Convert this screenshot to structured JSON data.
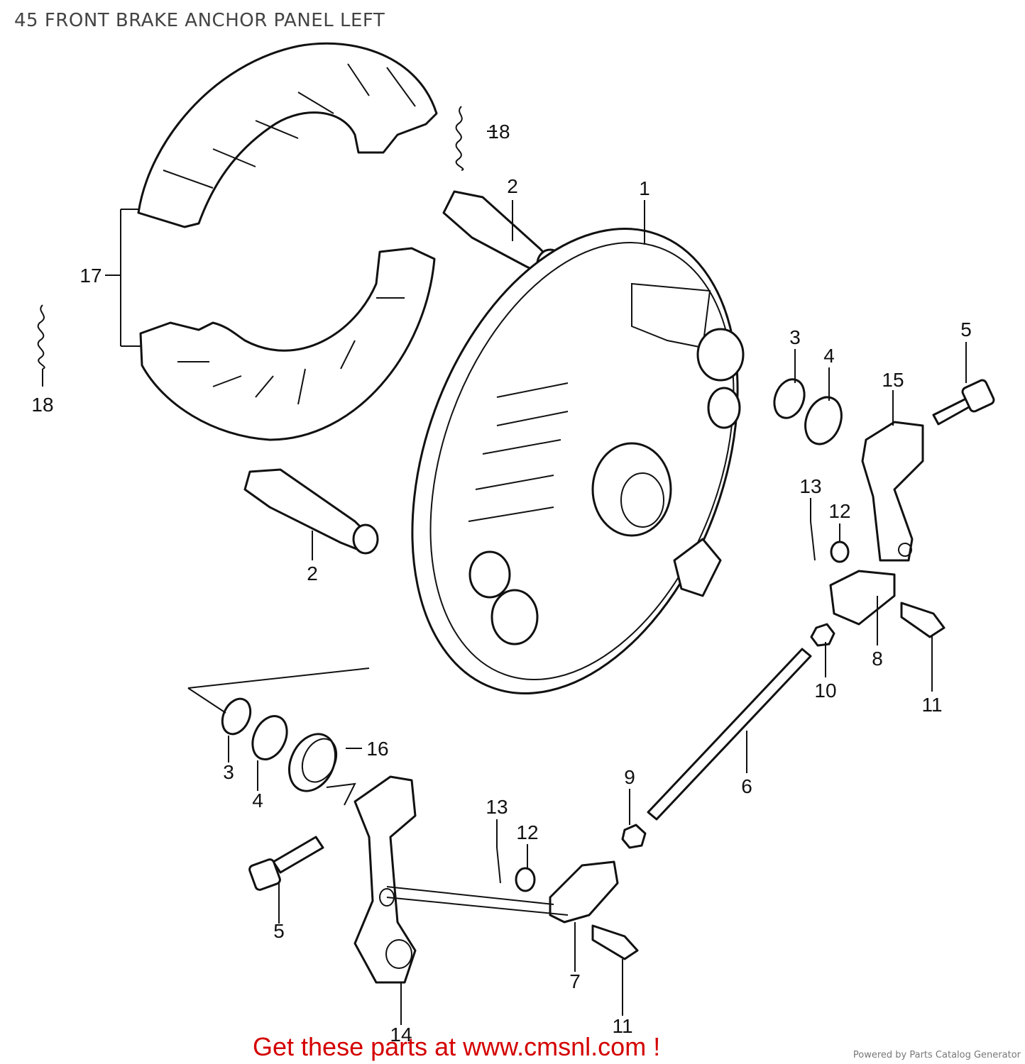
{
  "header": {
    "title": "45 FRONT BRAKE ANCHOR PANEL LEFT"
  },
  "callouts": [
    {
      "id": "c1",
      "label": "1"
    },
    {
      "id": "c2a",
      "label": "2"
    },
    {
      "id": "c2b",
      "label": "2"
    },
    {
      "id": "c3a",
      "label": "3"
    },
    {
      "id": "c3b",
      "label": "3"
    },
    {
      "id": "c4a",
      "label": "4"
    },
    {
      "id": "c4b",
      "label": "4"
    },
    {
      "id": "c5a",
      "label": "5"
    },
    {
      "id": "c5b",
      "label": "5"
    },
    {
      "id": "c6",
      "label": "6"
    },
    {
      "id": "c7",
      "label": "7"
    },
    {
      "id": "c8",
      "label": "8"
    },
    {
      "id": "c9",
      "label": "9"
    },
    {
      "id": "c10",
      "label": "10"
    },
    {
      "id": "c11a",
      "label": "11"
    },
    {
      "id": "c11b",
      "label": "11"
    },
    {
      "id": "c12a",
      "label": "12"
    },
    {
      "id": "c12b",
      "label": "12"
    },
    {
      "id": "c13a",
      "label": "13"
    },
    {
      "id": "c13b",
      "label": "13"
    },
    {
      "id": "c14",
      "label": "14"
    },
    {
      "id": "c15",
      "label": "15"
    },
    {
      "id": "c16",
      "label": "16"
    },
    {
      "id": "c17",
      "label": "17"
    },
    {
      "id": "c18a",
      "label": "18"
    },
    {
      "id": "c18b",
      "label": "18"
    }
  ],
  "footer": {
    "cta": "Get these parts at www.cmsnl.com !",
    "credit": "Powered by Parts Catalog Generator"
  }
}
